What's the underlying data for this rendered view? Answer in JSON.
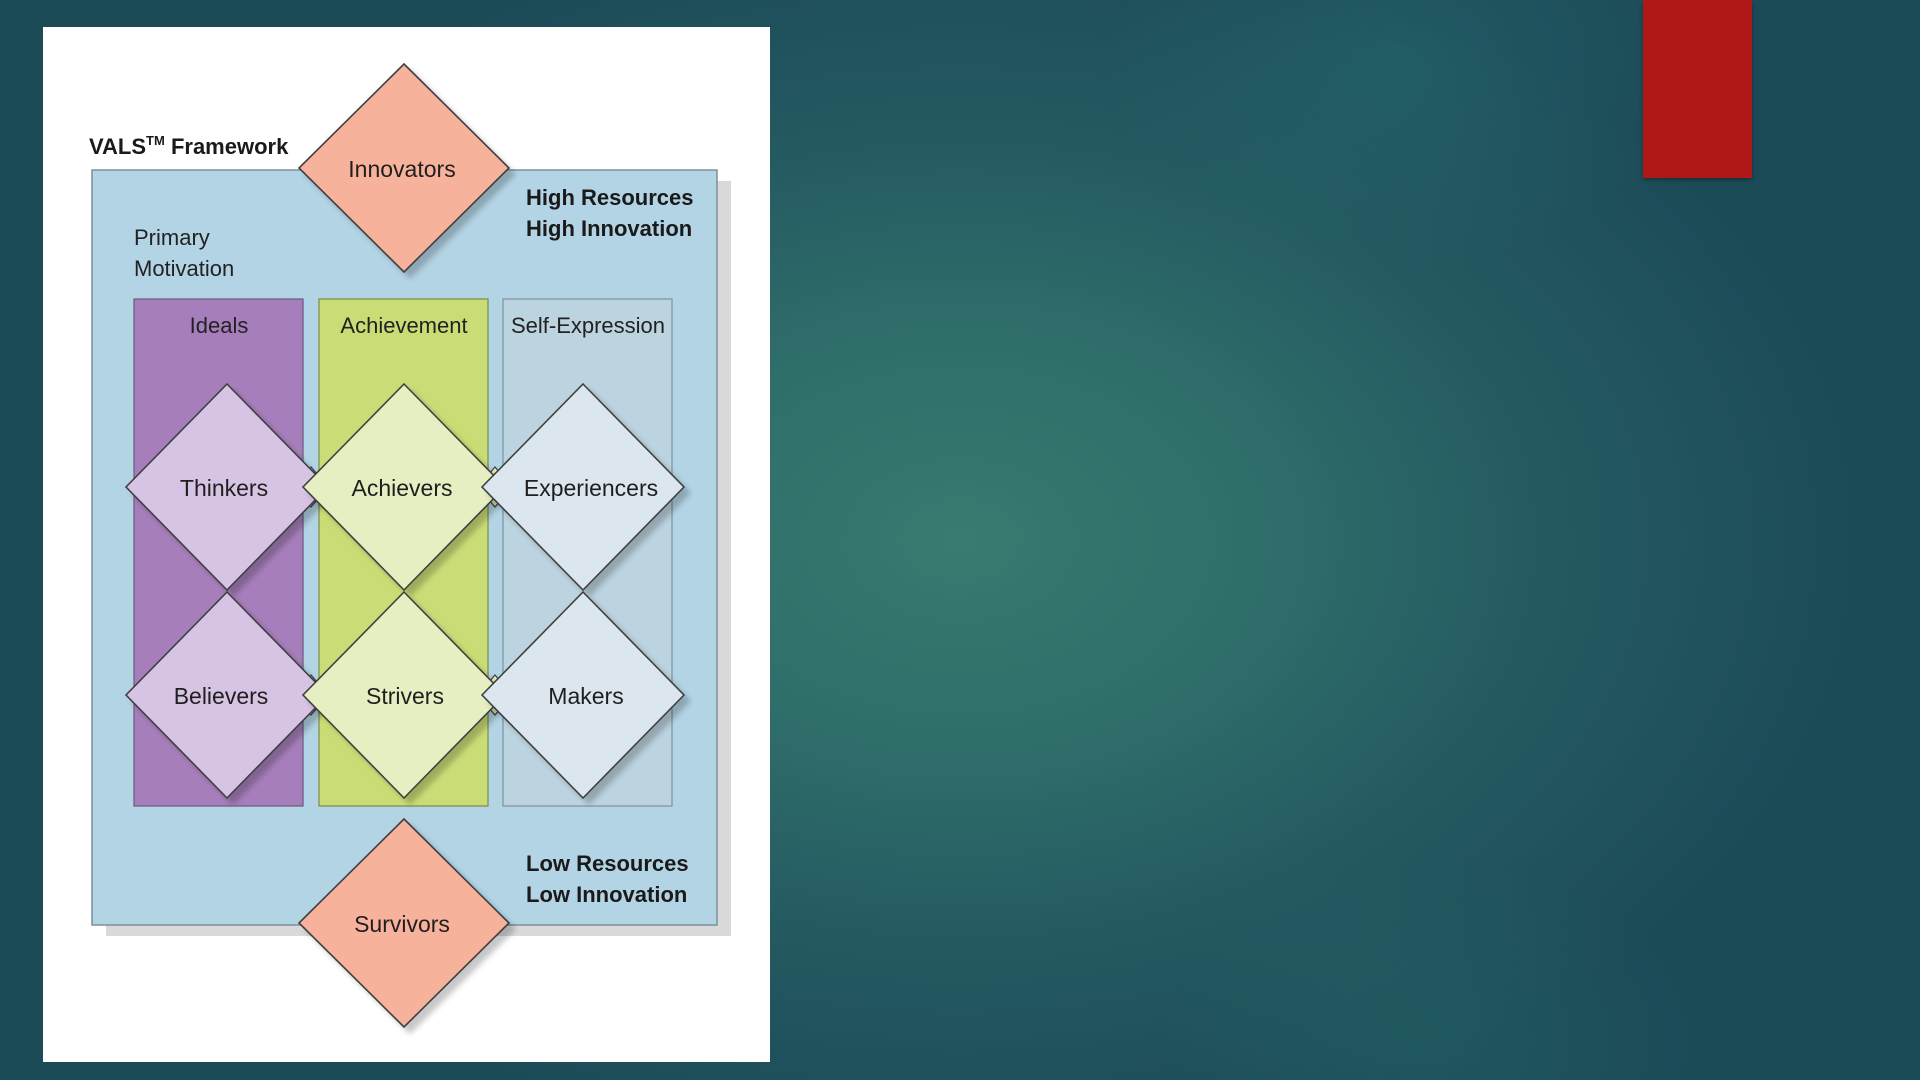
{
  "diagram": {
    "title": "VALS",
    "title_superscript": "TM",
    "title_suffix": " Framework",
    "primary_motivation": [
      "Primary",
      "Motivation"
    ],
    "top_right_label": [
      "High Resources",
      "High Innovation"
    ],
    "bottom_right_label": [
      "Low Resources",
      "Low Innovation"
    ],
    "columns": [
      {
        "label": "Ideals",
        "fill": "#a67ebc"
      },
      {
        "label": "Achievement",
        "fill": "#c9dd76"
      },
      {
        "label": "Self-Expression",
        "fill": "#bcd3e0"
      }
    ],
    "segments": {
      "top": "Innovators",
      "row1": [
        "Thinkers",
        "Achievers",
        "Experiencers"
      ],
      "row2": [
        "Believers",
        "Strivers",
        "Makers"
      ],
      "bottom": "Survivors"
    },
    "colors": {
      "panel": "#b3d4e5",
      "extremes": "#f7b29b",
      "ideals_diamond": "#d7c3e3",
      "achievement_diamond": "#e5efc1",
      "self_expression_diamond": "#dbe6ee",
      "accent_bar": "#b01818"
    }
  }
}
